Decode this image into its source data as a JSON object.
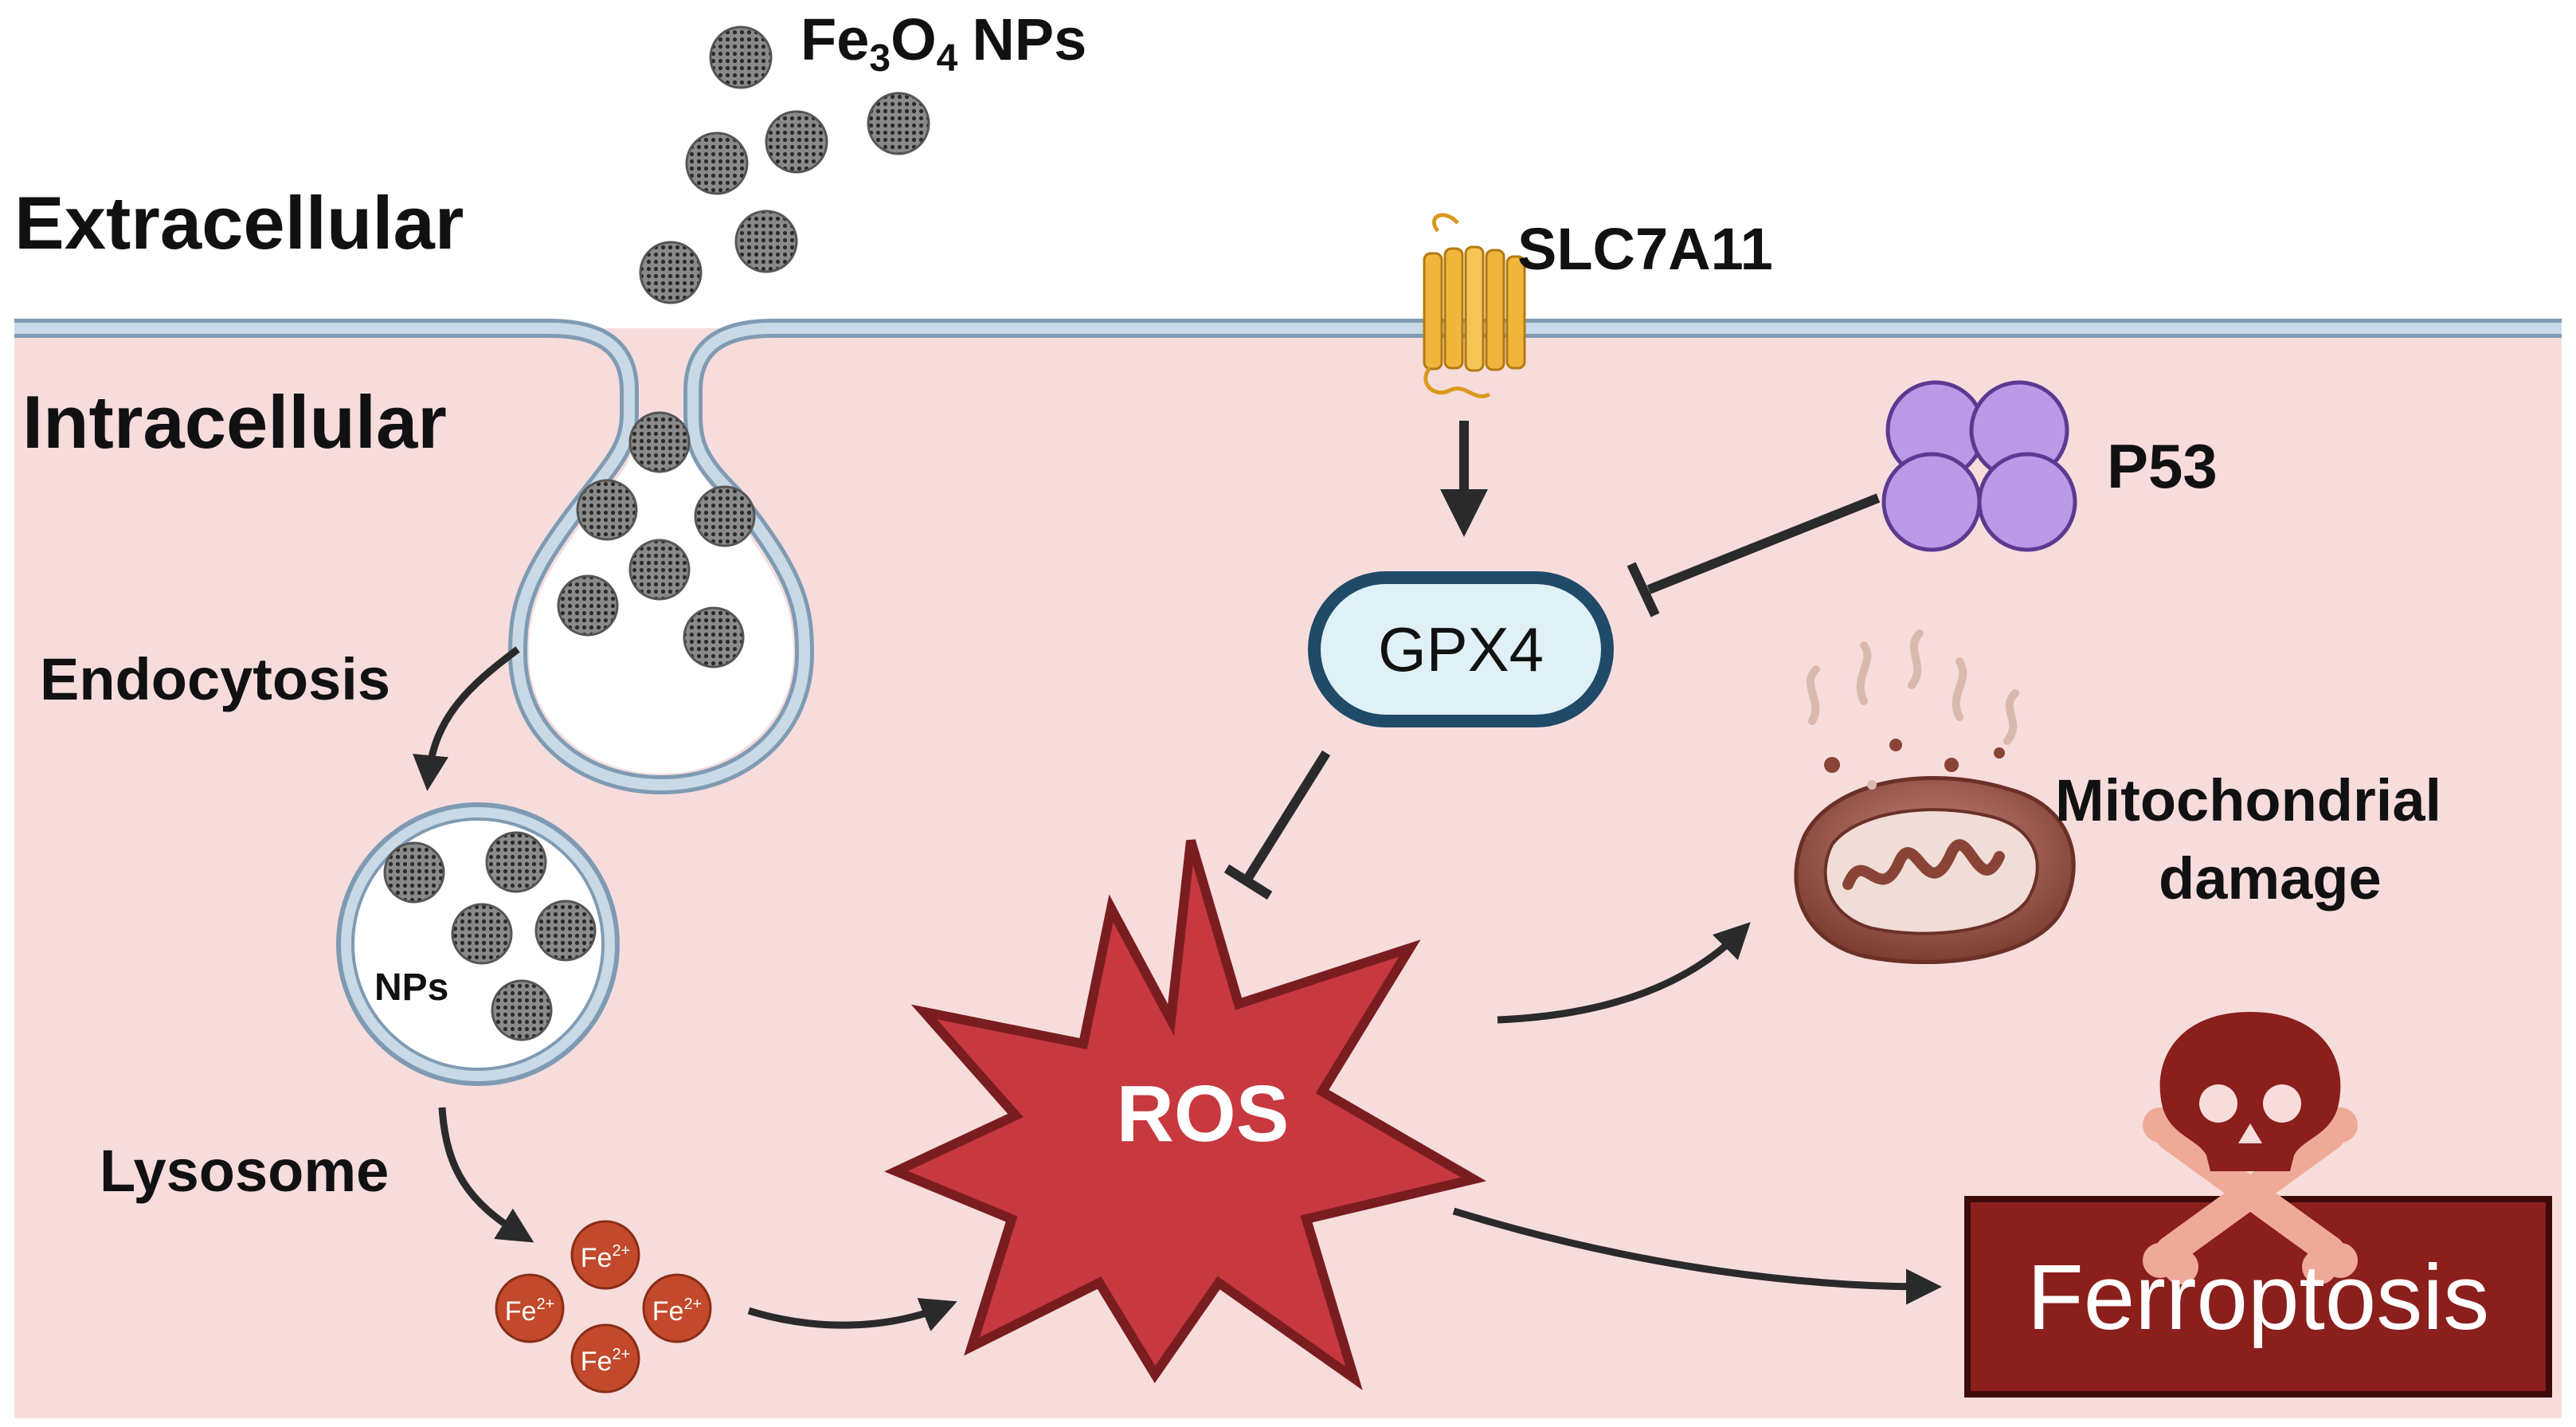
{
  "labels": {
    "fe3o4_prefix": "Fe",
    "fe3o4_sub1": "3",
    "fe3o4_o": "O",
    "fe3o4_sub2": "4",
    "fe3o4_suffix": "NPs",
    "extracellular": "Extracellular",
    "intracellular": "Intracellular",
    "slc7a11": "SLC7A11",
    "p53": "P53",
    "gpx4": "GPX4",
    "endocytosis": "Endocytosis",
    "nps": "NPs",
    "lysosome": "Lysosome",
    "fe_ion": "Fe",
    "fe_charge": "2+",
    "ros": "ROS",
    "mito_line1": "Mitochondrial",
    "mito_line2": "damage",
    "ferroptosis": "Ferroptosis"
  },
  "colors": {
    "cytoplasm": "#f7dcdc",
    "membrane_fill": "#c9d9e6",
    "membrane_stroke": "#7f9bb4",
    "gpx4_fill": "#dff0f6",
    "gpx4_stroke": "#1f4a68",
    "ros_fill": "#c7383f",
    "ros_stroke": "#7a1d20",
    "p53_fill": "#b99ae6",
    "p53_stroke": "#5c3a91",
    "slc_fill": "#f2b53c",
    "fe_fill": "#c2492b",
    "ferroptosis_fill": "#8b1f1c",
    "ferroptosis_stroke": "#3c0a08",
    "skull": "#8b1f1c",
    "bone": "#eeaa96",
    "arrow": "#2a2a2a",
    "nanoparticle": "#6b6b6b"
  },
  "icons": [
    "nanoparticle-icon",
    "slc7a11-transporter-icon",
    "p53-protein-icon",
    "mitochondrion-icon",
    "skull-crossbones-icon",
    "fe-ion-icon"
  ]
}
